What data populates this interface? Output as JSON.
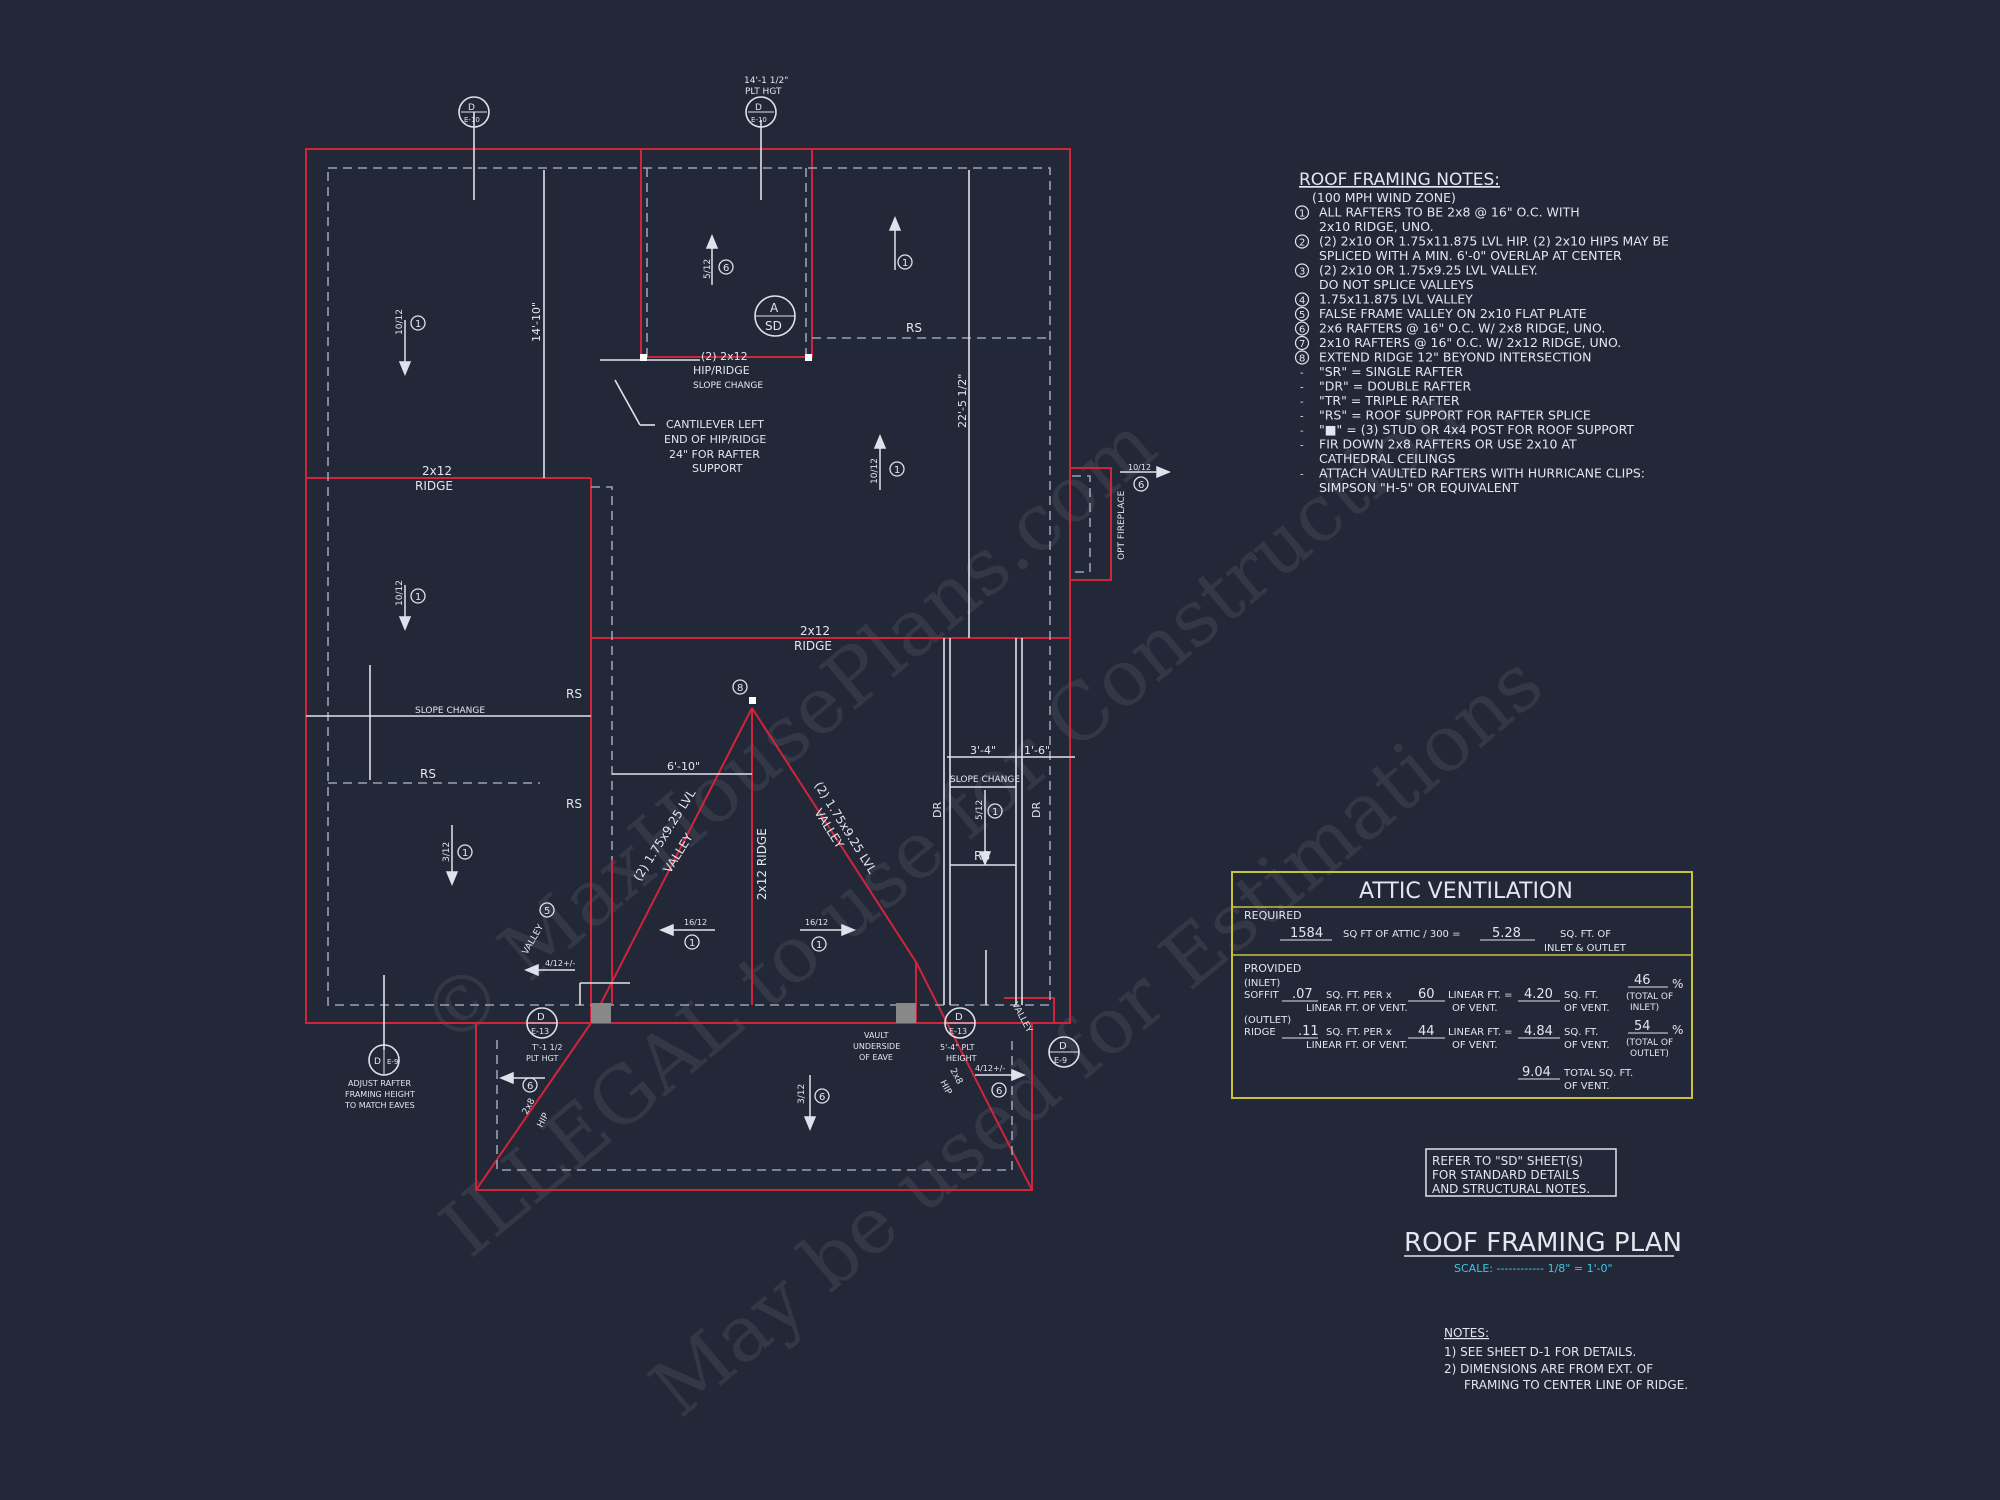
{
  "plan": {
    "title": "ROOF FRAMING PLAN",
    "scale": "SCALE: ------------ 1/8\" = 1'-0\"",
    "refer": [
      "REFER TO \"SD\" SHEET(S)",
      "FOR STANDARD DETAILS",
      "AND STRUCTURAL NOTES."
    ],
    "colors": {
      "background": "#232838",
      "roof_outline": "#d0243a",
      "text": "#e3e6ee",
      "ventilation_box": "#c8c23a",
      "scale": "#3ec6e0"
    }
  },
  "roof_notes": {
    "title": "ROOF FRAMING NOTES:",
    "lines": [
      {
        "sym": "",
        "text": "(100 MPH WIND ZONE)"
      },
      {
        "sym": "1",
        "text": "ALL RAFTERS TO BE 2x8 @ 16\" O.C. WITH"
      },
      {
        "sym": "",
        "text": "2x10 RIDGE, UNO."
      },
      {
        "sym": "2",
        "text": "(2) 2x10 OR 1.75x11.875 LVL HIP. (2) 2x10 HIPS MAY BE"
      },
      {
        "sym": "",
        "text": "SPLICED WITH A MIN. 6'-0\" OVERLAP AT CENTER"
      },
      {
        "sym": "3",
        "text": "(2) 2x10 OR 1.75x9.25 LVL VALLEY."
      },
      {
        "sym": "",
        "text": "DO NOT SPLICE VALLEYS"
      },
      {
        "sym": "4",
        "text": "1.75x11.875 LVL VALLEY"
      },
      {
        "sym": "5",
        "text": "FALSE FRAME VALLEY ON 2x10 FLAT PLATE"
      },
      {
        "sym": "6",
        "text": "2x6 RAFTERS @ 16\" O.C. W/ 2x8 RIDGE, UNO."
      },
      {
        "sym": "7",
        "text": "2x10 RAFTERS @ 16\" O.C. W/ 2x12 RIDGE, UNO."
      },
      {
        "sym": "8",
        "text": "EXTEND RIDGE 12\" BEYOND INTERSECTION"
      },
      {
        "sym": "-",
        "text": "\"SR\" = SINGLE RAFTER"
      },
      {
        "sym": "-",
        "text": "\"DR\" = DOUBLE RAFTER"
      },
      {
        "sym": "-",
        "text": "\"TR\" = TRIPLE RAFTER"
      },
      {
        "sym": "-",
        "text": "\"RS\" = ROOF SUPPORT FOR RAFTER SPLICE"
      },
      {
        "sym": "-",
        "text": "\"■\" = (3) STUD OR 4x4 POST FOR ROOF SUPPORT"
      },
      {
        "sym": "-",
        "text": "FIR DOWN 2x8 RAFTERS OR USE 2x10 AT"
      },
      {
        "sym": "",
        "text": "CATHEDRAL CEILINGS"
      },
      {
        "sym": "-",
        "text": "ATTACH VAULTED RAFTERS WITH HURRICANE CLIPS:"
      },
      {
        "sym": "",
        "text": "SIMPSON \"H-5\" OR EQUIVALENT"
      }
    ]
  },
  "ventilation": {
    "title": "ATTIC VENTILATION",
    "required_label": "REQUIRED",
    "attic_sqft": "1584",
    "attic_text": "SQ FT OF ATTIC / 300 =",
    "required_sqft": "5.28",
    "required_unit1": "SQ. FT. OF",
    "required_unit2": "INLET & OUTLET",
    "provided_label": "PROVIDED",
    "inlet_label1": "(INLET)",
    "inlet_label2": "SOFFIT",
    "inlet_per": ".07",
    "inlet_per_text1": "SQ. FT. PER x",
    "inlet_per_text2": "LINEAR FT. OF VENT.",
    "inlet_lf": "60",
    "lf_text1": "LINEAR FT. =",
    "lf_text2": "OF VENT.",
    "inlet_total": "4.20",
    "sqft_text1": "SQ. FT.",
    "sqft_text2": "OF VENT.",
    "inlet_pct": "46",
    "inlet_pct_text1": "(TOTAL OF",
    "inlet_pct_text2": "INLET)",
    "outlet_label1": "(OUTLET)",
    "outlet_label2": "RIDGE",
    "outlet_per": ".11",
    "outlet_lf": "44",
    "outlet_total": "4.84",
    "outlet_pct": "54",
    "outlet_pct_text1": "(TOTAL OF",
    "outlet_pct_text2": "OUTLET)",
    "pct_sign": "%",
    "grand_total": "9.04",
    "grand_text1": "TOTAL  SQ. FT.",
    "grand_text2": "OF VENT."
  },
  "notes": {
    "title": "NOTES:",
    "lines": [
      "1) SEE SHEET D-1 FOR DETAILS.",
      "2) DIMENSIONS ARE FROM EXT. OF",
      "FRAMING TO CENTER LINE OF RIDGE."
    ]
  },
  "callouts": {
    "plt_top": [
      "14'-1 1/2\"",
      "PLT HGT"
    ],
    "hip_ridge": [
      "(2) 2x12",
      "HIP/RIDGE",
      "SLOPE CHANGE"
    ],
    "cantilever": [
      "CANTILEVER LEFT",
      "END OF HIP/RIDGE",
      "24\" FOR RAFTER",
      "SUPPORT"
    ],
    "ridge_left": [
      "2x12",
      "RIDGE"
    ],
    "ridge_mid": [
      "2x12",
      "RIDGE"
    ],
    "rs": "RS",
    "slope_change": "SLOPE CHANGE",
    "dim_14_10": "14'-10\"",
    "dim_22_5": "22'-5 1/2\"",
    "dim_6_10": "6'-10\"",
    "dim_3_4": "3'-4\"",
    "dim_1_6": "1'-6\"",
    "valley_left": [
      "(2) 1.75x9.25 LVL",
      "VALLEY"
    ],
    "valley_right": [
      "(2) 1.75x9.25 LVL",
      "VALLEY"
    ],
    "ridge_vertical": "2x12 RIDGE",
    "dr": "DR",
    "valley": "VALLEY",
    "opt_fireplace": "OPT FIREPLACE",
    "adjust": [
      "ADJUST RAFTER",
      "FRAMING HEIGHT",
      "TO MATCH EAVES"
    ],
    "plt_left": [
      "T'-1 1/2",
      "PLT HGT"
    ],
    "vault": [
      "VAULT",
      "UNDERSIDE",
      "OF EAVE"
    ],
    "plt_right": [
      "5'-4\" PLT",
      "HEIGHT"
    ],
    "hip_2x8": [
      "2x8",
      "HIP"
    ],
    "pitch_4_12": "4/12+/-",
    "section_letters": {
      "d": "D",
      "a": "A",
      "sd": "SD",
      "e10": "E-10",
      "e13": "E-13",
      "e9": "E-9"
    },
    "pitches": {
      "p10": "10/12",
      "p5": "5/12",
      "p3": "3/12",
      "p16": "16/12"
    },
    "note_nums": {
      "n1": "1",
      "n5": "5",
      "n6": "6",
      "n8": "8"
    }
  },
  "watermark": [
    "© MaxHousePlans.com",
    "ILLEGAL to use for Construction",
    "May be used for Estimations"
  ]
}
